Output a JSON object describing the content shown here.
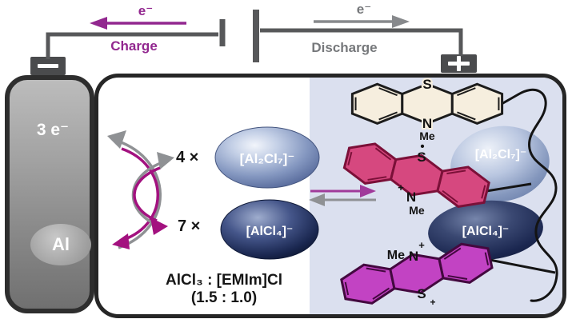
{
  "palette": {
    "charge_purple": "#92278f",
    "discharge_gray": "#87898c",
    "wire_gray": "#57585a",
    "cathode_panel": "#dbe0ef",
    "pink_radical": "#d6487f",
    "magenta_dication": "#c243c3",
    "sphere_light": "#8497c0",
    "sphere_dark": "#1a2750"
  },
  "circuit": {
    "charge": {
      "electron": "e⁻",
      "label": "Charge"
    },
    "discharge": {
      "electron": "e⁻",
      "label": "Discharge"
    }
  },
  "anode": {
    "electrons": "3 e⁻",
    "metal": "Al"
  },
  "electrolyte": {
    "reaction": {
      "count_upper": "4 ×",
      "ion_upper": "[Al₂Cl₇]⁻",
      "count_lower": "7 ×",
      "ion_lower": "[AlCl₄]⁻"
    },
    "composition": {
      "line1": "AlCl₃ : [EMIm]Cl",
      "line2": "(1.5 : 1.0)"
    }
  },
  "cathode": {
    "neutral": {
      "s": "S",
      "n": "N",
      "me": "Me"
    },
    "radical": {
      "dot": "•",
      "s": "S",
      "plus": "+",
      "n": "N",
      "me": "Me",
      "counter_ion": "[Al₂Cl₇]⁻"
    },
    "dication": {
      "me": "Me",
      "n": "N",
      "n_plus": "+",
      "s": "S",
      "s_plus": "+",
      "counter_ion": "[AlCl₄]⁻"
    }
  }
}
